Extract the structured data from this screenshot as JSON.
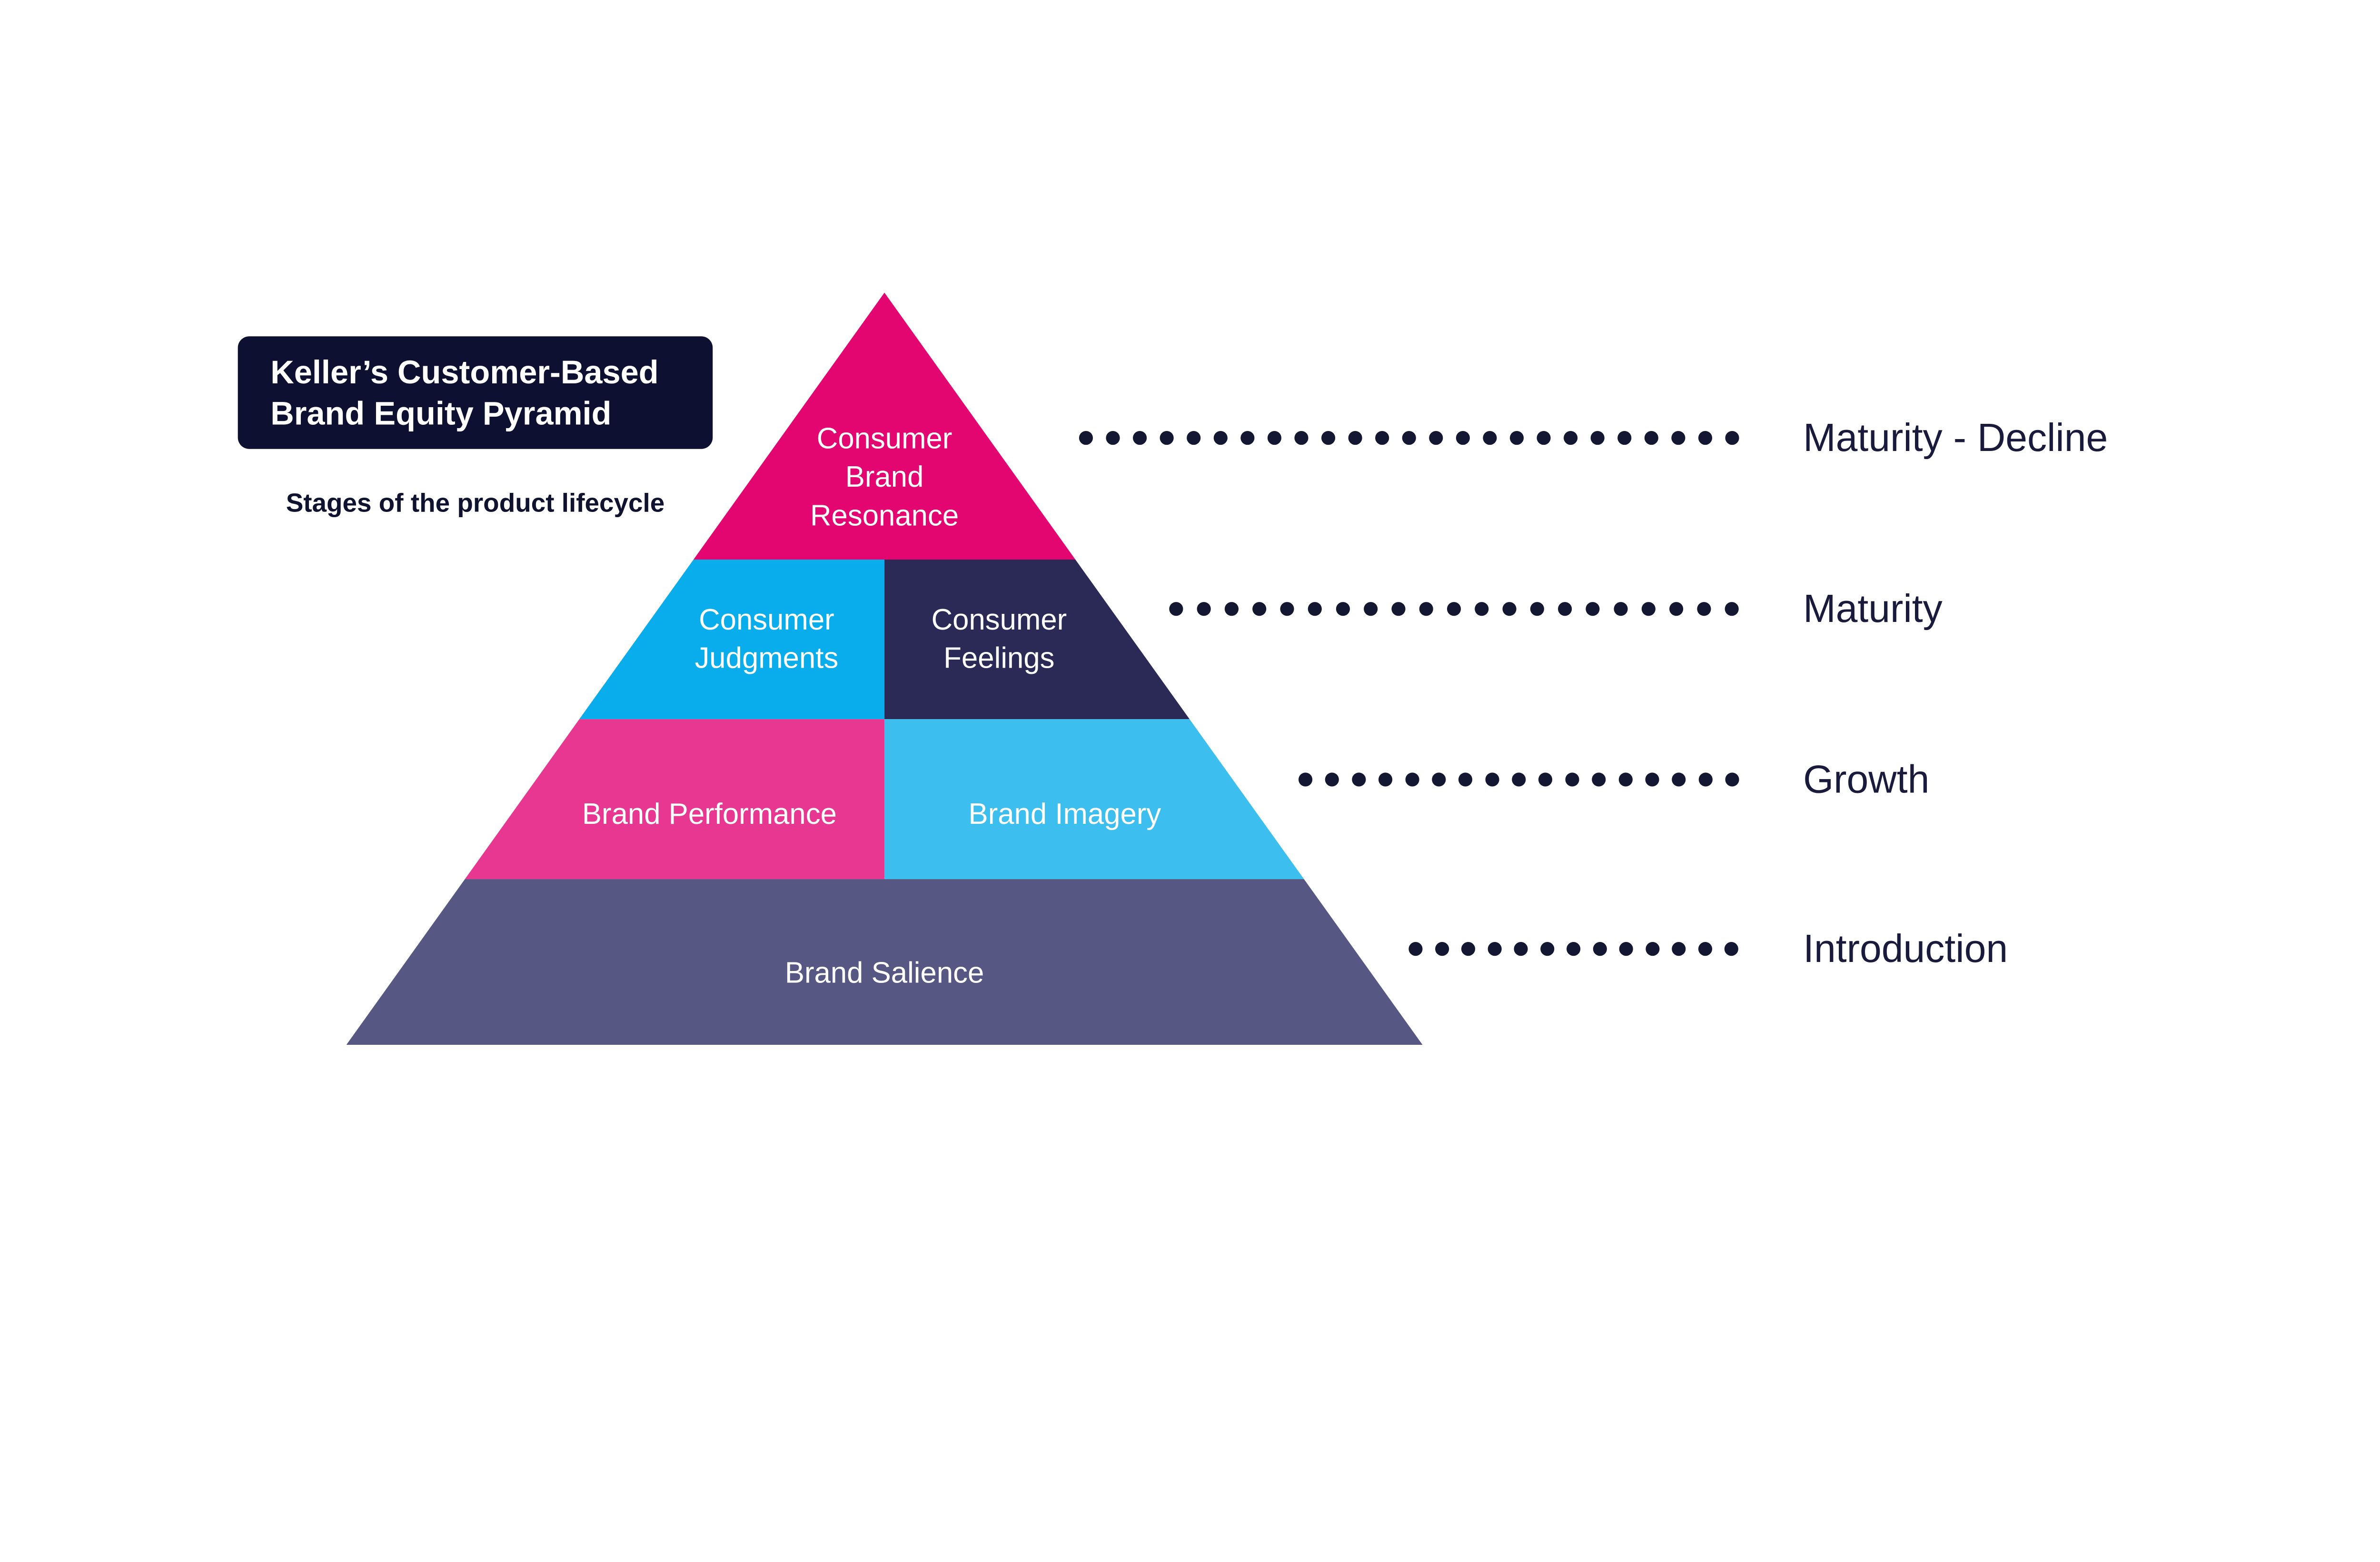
{
  "header": {
    "title_line1": "Keller’s Customer-Based",
    "title_line2": "Brand Equity Pyramid",
    "subtitle": "Stages of the product lifecycle"
  },
  "pyramid": {
    "levels": [
      {
        "id": "resonance",
        "label": "Consumer Brand Resonance"
      },
      {
        "id": "judgments",
        "label": "Consumer Judgments"
      },
      {
        "id": "feelings",
        "label": "Consumer Feelings"
      },
      {
        "id": "performance",
        "label": "Brand Performance"
      },
      {
        "id": "imagery",
        "label": "Brand Imagery"
      },
      {
        "id": "salience",
        "label": "Brand Salience"
      }
    ]
  },
  "lifecycle": {
    "rows": [
      {
        "stage": "Maturity - Decline",
        "dots": 25
      },
      {
        "stage": "Maturity",
        "dots": 21
      },
      {
        "stage": "Growth",
        "dots": 17
      },
      {
        "stage": "Introduction",
        "dots": 13
      }
    ]
  },
  "colors": {
    "background": "#ffffff",
    "title_box": "#0d1030",
    "title_text": "#ffffff",
    "subtitle_text": "#10132f",
    "level_resonance": "#e40670",
    "level_judgments": "#0aadec",
    "level_feelings": "#2b2a57",
    "level_performance": "#e73790",
    "level_imagery": "#3cbeee",
    "level_salience": "#565783",
    "dots": "#131731",
    "stage_label": "#1a1a3c"
  }
}
